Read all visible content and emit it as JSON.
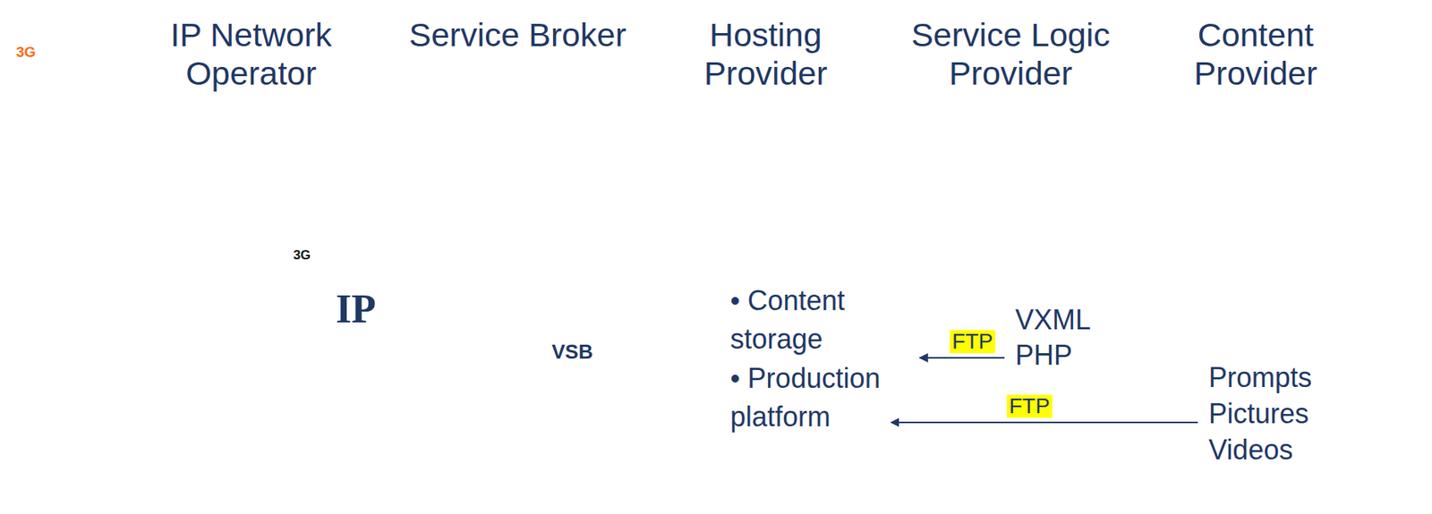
{
  "diagram": {
    "nodes": [
      {
        "text": [
          "IP Network Operator",
          "3G",
          "IP"
        ]
      },
      {
        "text": [
          "Service Broker",
          "VSB"
        ]
      },
      {
        "text": [
          "Hosting Provider",
          "• Content storage",
          "• Production platform"
        ]
      },
      {
        "text": [
          "Service Logic Provider",
          "VXML PHP"
        ]
      },
      {
        "text": [
          "Content Provider",
          "Prompts Pictures Videos"
        ]
      }
    ],
    "edges": [
      {
        "from": 3,
        "to": 2,
        "label": "FTP",
        "arrow": "to"
      },
      {
        "from": 4,
        "to": 2,
        "label": "FTP",
        "arrow": "to"
      }
    ],
    "labels": [
      "3G"
    ]
  }
}
